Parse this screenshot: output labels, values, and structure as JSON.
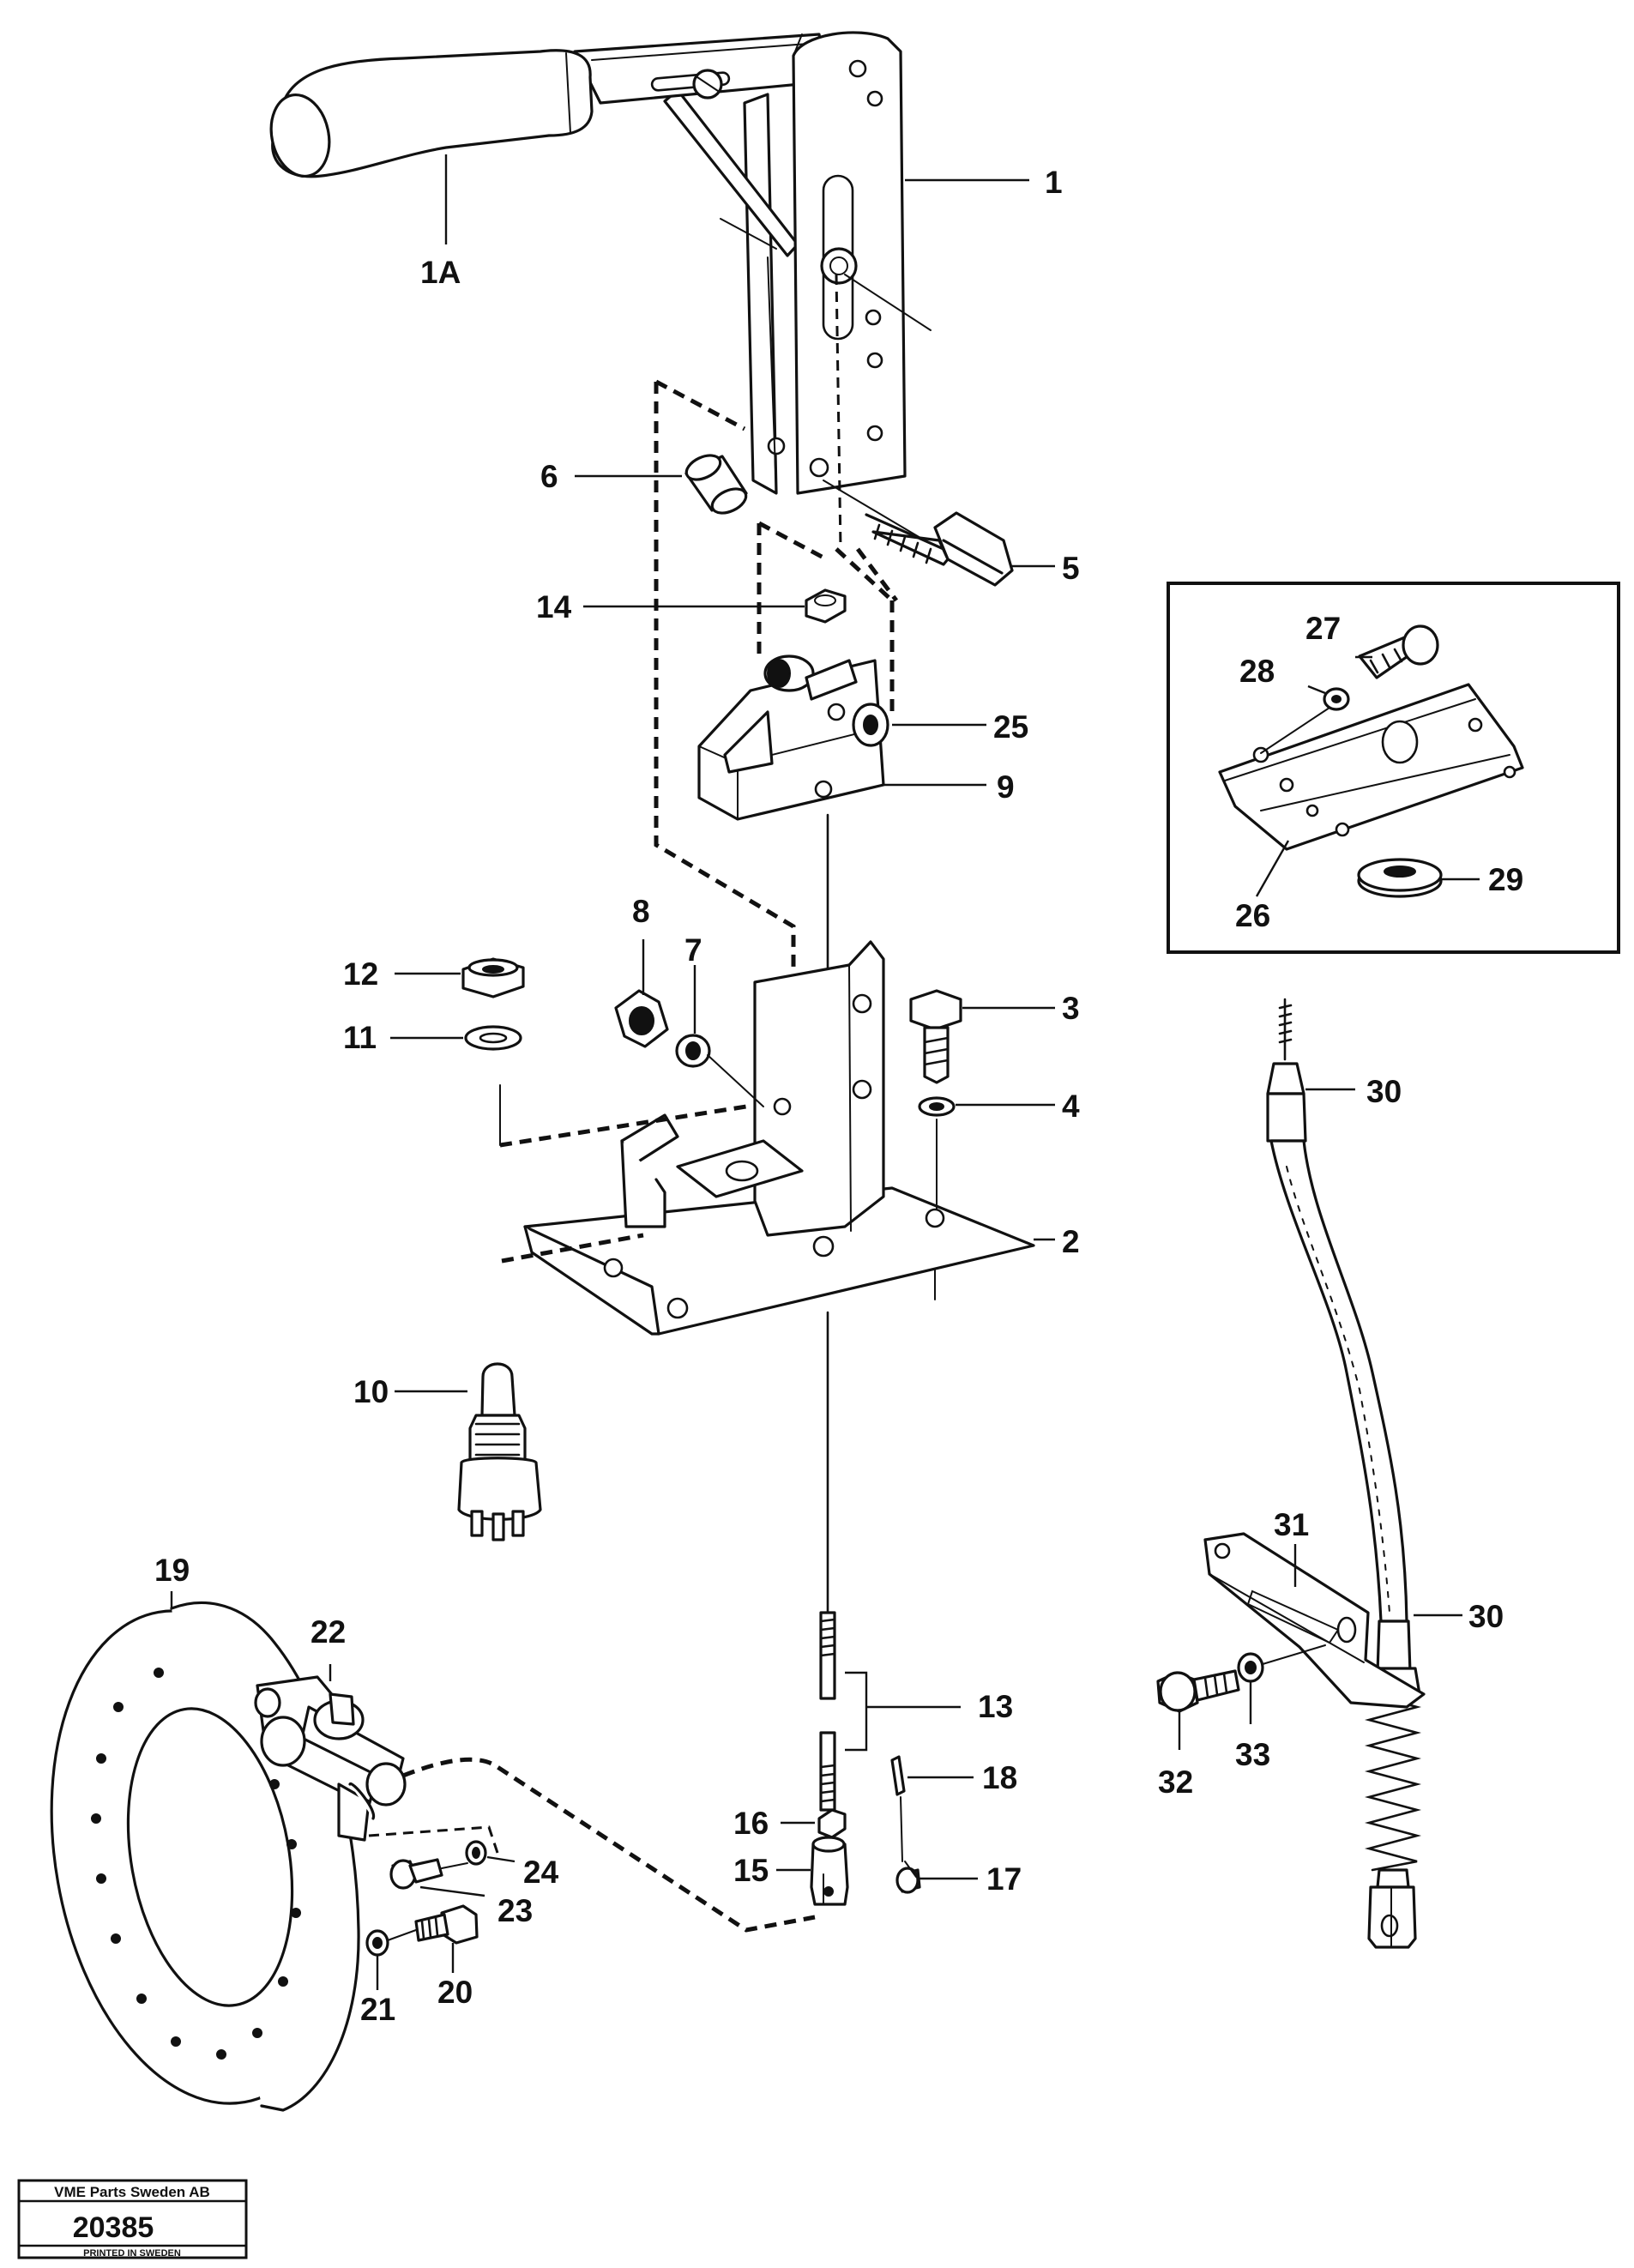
{
  "diagram": {
    "callouts": [
      "1",
      "1A",
      "2",
      "3",
      "4",
      "5",
      "6",
      "7",
      "8",
      "9",
      "10",
      "11",
      "12",
      "13",
      "14",
      "15",
      "16",
      "17",
      "18",
      "19",
      "20",
      "21",
      "22",
      "23",
      "24",
      "25",
      "26",
      "27",
      "28",
      "29",
      "30",
      "30",
      "31",
      "32",
      "33"
    ],
    "stamp": {
      "company": "VME Parts Sweden AB",
      "number": "20385",
      "printed": "PRINTED IN SWEDEN"
    }
  }
}
